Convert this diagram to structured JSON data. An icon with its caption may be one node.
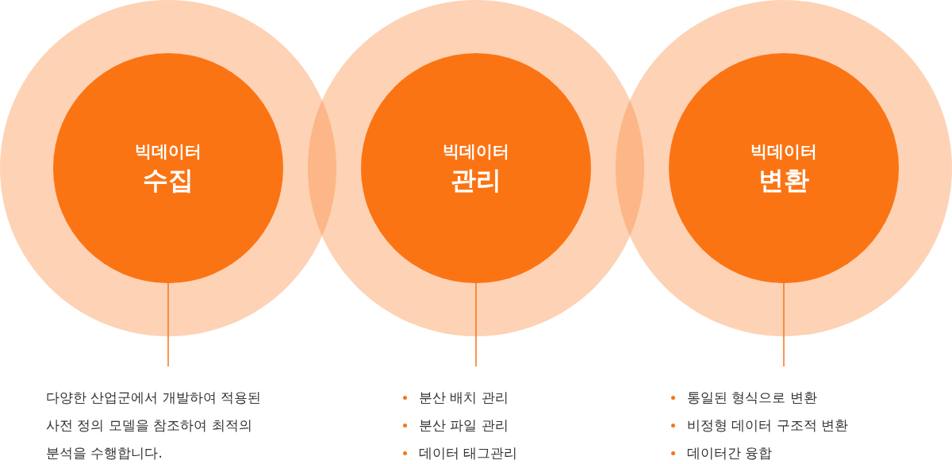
{
  "diagram": {
    "nodes": [
      {
        "text": [],
        "shape": "circle"
      },
      {
        "text": [
          "빅데이터",
          "수집"
        ],
        "in": 0
      },
      {
        "text": [],
        "shape": "circle"
      },
      {
        "text": [
          "빅데이터",
          "관리"
        ],
        "in": 2
      },
      {
        "text": [],
        "shape": "circle"
      },
      {
        "text": [
          "빅데이터",
          "변환"
        ],
        "in": 4
      },
      {
        "text": [
          "다양한 산업군에서 개발하여 적용된 사전 정의 모델을 참조하여 최적의 분석을 수행합니다."
        ]
      },
      {
        "text": [
          "분산 배치 관리",
          "분산 파일 관리",
          "데이터 태그관리"
        ]
      },
      {
        "text": [
          "통일된 형식으로 변환",
          "비정형 데이터 구조적 변환",
          "데이터간 융합"
        ]
      }
    ],
    "edges": [
      {
        "from": 6,
        "to": 1,
        "arrow": "none"
      },
      {
        "from": 7,
        "to": 3,
        "arrow": "none"
      },
      {
        "from": 8,
        "to": 5,
        "arrow": "none"
      }
    ]
  }
}
